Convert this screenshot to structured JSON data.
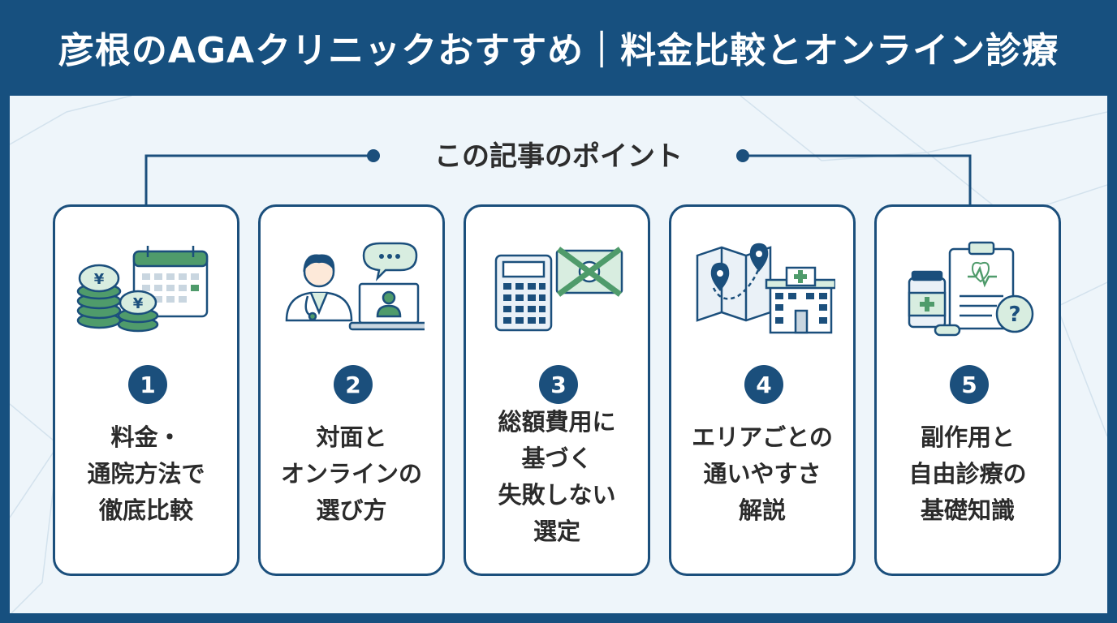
{
  "header": {
    "title": "彦根のAGAクリニックおすすめ｜料金比較とオンライン診療"
  },
  "points": {
    "title": "この記事のポイント"
  },
  "colors": {
    "navy": "#1b4f7c",
    "green": "#4f9b6b",
    "light_green": "#d8ede0",
    "panel": "#eef5fa"
  },
  "cards": [
    {
      "number": "1",
      "icon": "yen-coins-calendar-icon",
      "lines": [
        "料金・",
        "通院方法で",
        "徹底比較"
      ]
    },
    {
      "number": "2",
      "icon": "doctor-online-consultation-icon",
      "lines": [
        "対面と",
        "オンラインの",
        "選び方"
      ]
    },
    {
      "number": "3",
      "icon": "calculator-cost-icon",
      "lines": [
        "総額費用に",
        "基づく",
        "失敗しない",
        "選定"
      ]
    },
    {
      "number": "4",
      "icon": "map-clinic-icon",
      "lines": [
        "エリアごとの",
        "通いやすさ",
        "解説"
      ]
    },
    {
      "number": "5",
      "icon": "medicine-clipboard-question-icon",
      "lines": [
        "副作用と",
        "自由診療の",
        "基礎知識"
      ]
    }
  ]
}
